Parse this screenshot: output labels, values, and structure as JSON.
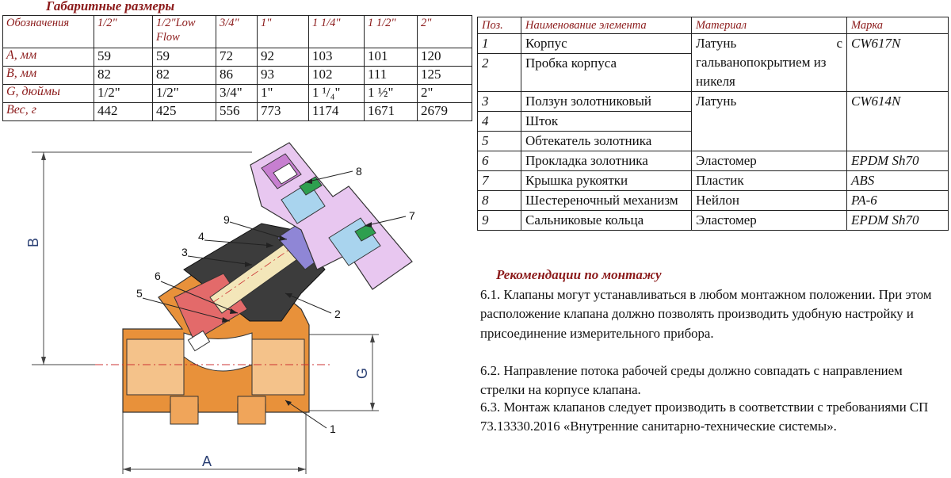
{
  "dims": {
    "title": "Габаритные размеры",
    "headers": [
      "Обозначения",
      "1/2\"",
      "1/2\"Low Flow",
      "3/4\"",
      "1\"",
      "1 1/4\"",
      "1 1/2\"",
      "2\""
    ],
    "rows": [
      {
        "label": "А, мм",
        "cells": [
          "59",
          "59",
          "72",
          "92",
          "103",
          "101",
          "120"
        ]
      },
      {
        "label": "В, мм",
        "cells": [
          "82",
          "82",
          "86",
          "93",
          "102",
          "111",
          "125"
        ]
      },
      {
        "label": "G, дюймы",
        "cells": [
          "1/2\"",
          "1/2\"",
          "3/4\"",
          "1\"",
          "1 ¹/₄\"",
          "1 ½\"",
          "2\""
        ]
      },
      {
        "label": "Вес, г",
        "cells": [
          "442",
          "425",
          "556",
          "773",
          "1174",
          "1671",
          "2679"
        ]
      }
    ]
  },
  "parts": {
    "headers": [
      "Поз.",
      "Наименование элемента",
      "Материал",
      "Марка"
    ],
    "rows": [
      {
        "pos": "1",
        "name": "Корпус"
      },
      {
        "pos": "2",
        "name": "Пробка корпуса"
      },
      {
        "pos": "3",
        "name": "Ползун золотниковый",
        "material": "Латунь"
      },
      {
        "pos": "4",
        "name": "Шток"
      },
      {
        "pos": "5",
        "name": "Обтекатель золотника"
      },
      {
        "pos": "6",
        "name": "Прокладка золотника",
        "material": "Эластомер",
        "mark": "EPDM Sh70"
      },
      {
        "pos": "7",
        "name": "Крышка рукоятки",
        "material": "Пластик",
        "mark": "ABS"
      },
      {
        "pos": "8",
        "name": "Шестереночный механизм",
        "material": "Нейлон",
        "mark": "PA-6"
      },
      {
        "pos": "9",
        "name": "Сальниковые кольца",
        "material": "Эластомер",
        "mark": "EPDM Sh70"
      }
    ],
    "group1": {
      "material_word1": "Латунь",
      "material_word2": "с",
      "material_rest": "гальванопокрытием из никеля",
      "mark": "CW617N"
    },
    "group2": {
      "mark": "CW614N"
    }
  },
  "recommendations": {
    "title": "Рекомендации по монтажу",
    "p1": "6.1. Клапаны могут устанавливаться в любом монтажном положении. При этом расположение клапана должно позволять производить удобную настройку и присоединение измерительного прибора.",
    "p2": "6.2. Направление потока рабочей среды должно совпадать с направлением стрелки на корпусе клапана.",
    "p3": " 6.3. Монтаж клапанов следует производить в соответствии с требованиями СП 73.13330.2016 «Внутренние санитарно-технические системы»."
  },
  "drawing": {
    "dim_b": "B",
    "dim_a": "A",
    "dim_g": "G",
    "callouts": [
      "1",
      "2",
      "3",
      "4",
      "5",
      "6",
      "7",
      "8",
      "9"
    ],
    "colors": {
      "body": "#e8913a",
      "plug": "#3c3c3c",
      "cone": "#e36a6a",
      "stem": "#f3e6b9",
      "purple": "#8f86d6",
      "cover": "#c77fd0",
      "blue": "#a9d4ee",
      "green": "#2e9f4f",
      "dim": "#2a3f73"
    }
  }
}
